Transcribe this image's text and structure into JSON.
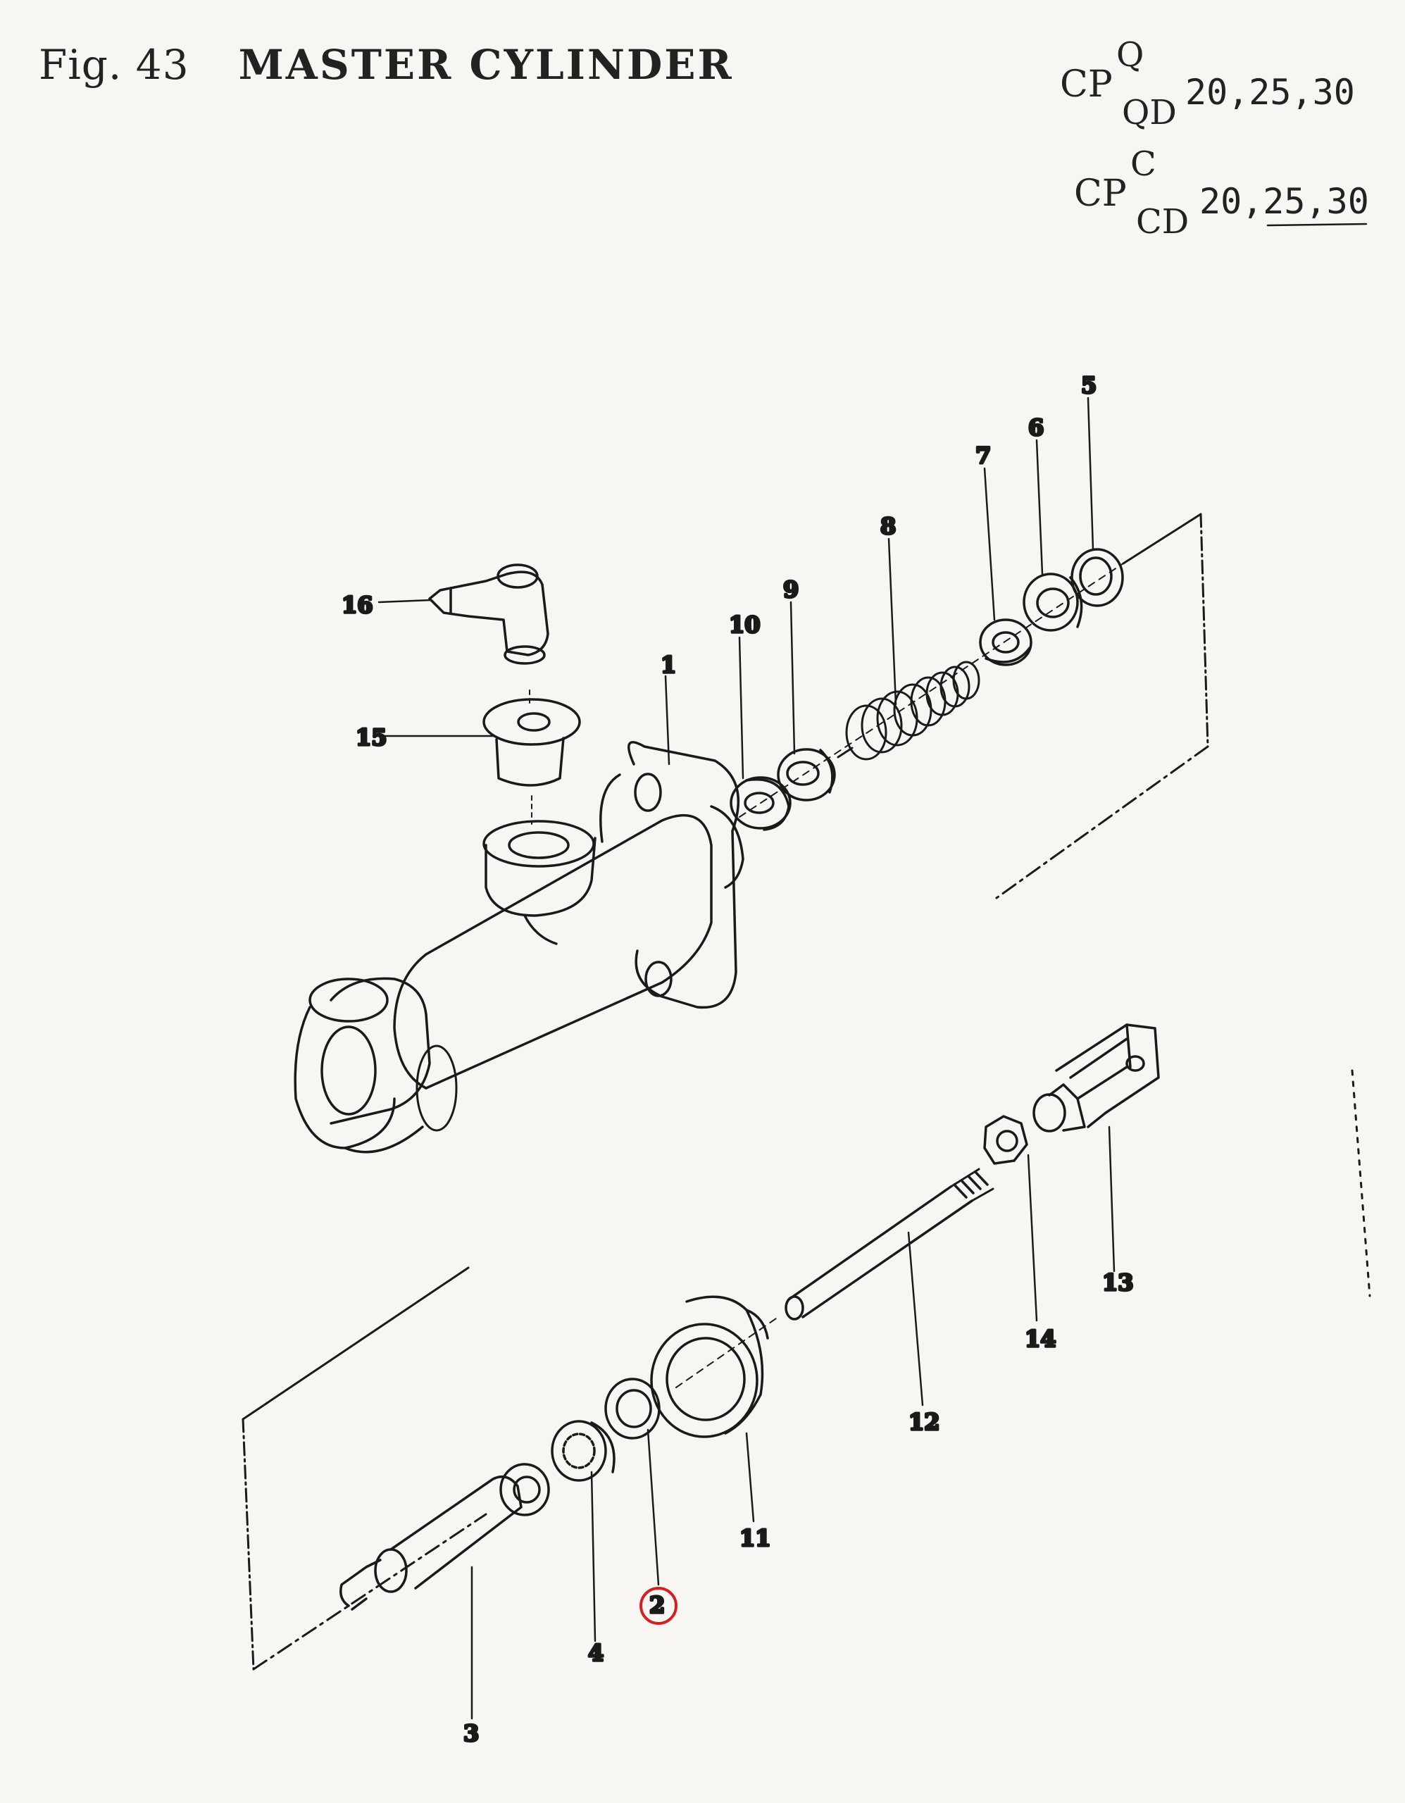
{
  "header": {
    "fig": "Fig. 43",
    "title": "MASTER CYLINDER"
  },
  "models": [
    {
      "prefix": "CP",
      "upper": "Q",
      "lower": "QD",
      "sizes": "20,25,30"
    },
    {
      "prefix": "CP",
      "upper": "C",
      "lower": "CD",
      "sizes": "20,25,30"
    }
  ],
  "parts": {
    "p1": "1",
    "p2": "2",
    "p3": "3",
    "p4": "4",
    "p5": "5",
    "p6": "6",
    "p7": "7",
    "p8": "8",
    "p9": "9",
    "p10": "10",
    "p11": "11",
    "p12": "12",
    "p13": "13",
    "p14": "14",
    "p15": "15",
    "p16": "16"
  },
  "highlight": {
    "part": "2",
    "color": "#d42020"
  }
}
